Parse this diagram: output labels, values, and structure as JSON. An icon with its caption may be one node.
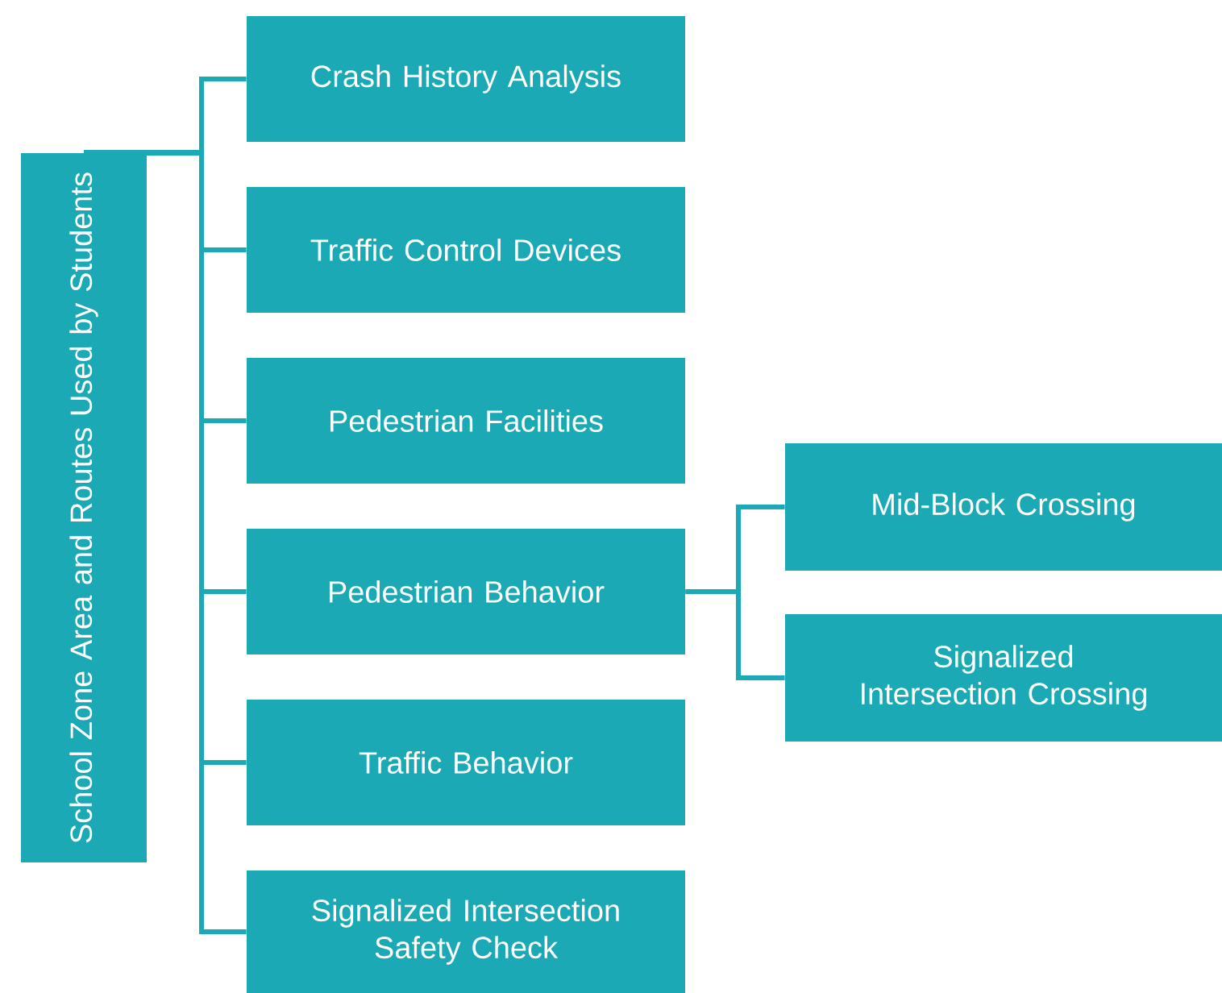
{
  "diagram": {
    "nodes": [
      {
        "text": [
          "School Zone Area and Routes Used by Students"
        ]
      },
      {
        "text": [
          "Crash History Analysis"
        ]
      },
      {
        "text": [
          "Traffic Control Devices"
        ]
      },
      {
        "text": [
          "Pedestrian Facilities"
        ]
      },
      {
        "text": [
          "Pedestrian Behavior"
        ]
      },
      {
        "text": [
          "Traffic Behavior"
        ]
      },
      {
        "text": [
          "Signalized Intersection Safety Check"
        ]
      },
      {
        "text": [
          "Mid-Block Crossing"
        ]
      },
      {
        "text": [
          "Signalized Intersection Crossing"
        ]
      }
    ],
    "edges": [
      {
        "from": 0,
        "to": 1,
        "arrow": "none"
      },
      {
        "from": 0,
        "to": 2,
        "arrow": "none"
      },
      {
        "from": 0,
        "to": 3,
        "arrow": "none"
      },
      {
        "from": 0,
        "to": 4,
        "arrow": "none"
      },
      {
        "from": 0,
        "to": 5,
        "arrow": "none"
      },
      {
        "from": 0,
        "to": 6,
        "arrow": "none"
      },
      {
        "from": 4,
        "to": 7,
        "arrow": "none"
      },
      {
        "from": 4,
        "to": 8,
        "arrow": "none"
      }
    ]
  }
}
